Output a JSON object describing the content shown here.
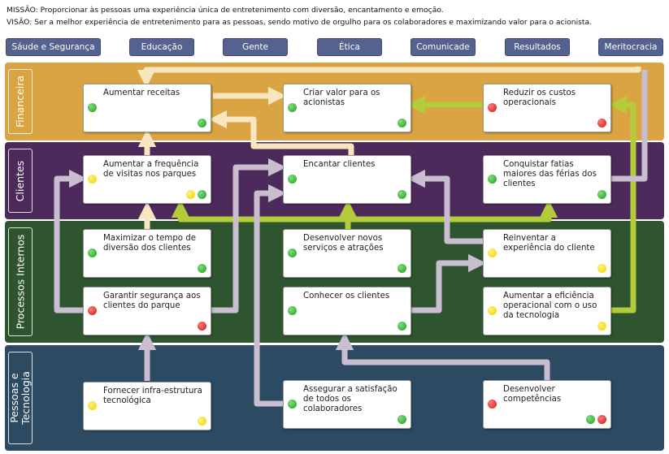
{
  "header": {
    "mission": "MISSÃO: Proporcionar às pessoas uma experiência única de entretenimento com diversão, encantamento e emoção.",
    "vision": "VISÃO: Ser a melhor experiência de entretenimento para as pessoas, sendo motivo de orgulho para os colaboradores e maximizando valor para o acionista."
  },
  "values": [
    "Sáude e Segurança",
    "Educação",
    "Gente",
    "Ética",
    "Comunicade",
    "Resultados",
    "Meritocracia"
  ],
  "perspectives": [
    {
      "label": "Financeira",
      "color": "#d9a441"
    },
    {
      "label": "Clientes",
      "color": "#4d2a5c"
    },
    {
      "label": "Processos Internos",
      "color": "#2f5530"
    },
    {
      "label": "Pessoas e Tecnologia",
      "color": "#2c4a62"
    }
  ],
  "objectives": [
    {
      "text": "Aumentar receitas",
      "status_left": "green",
      "status_right": [
        "green"
      ]
    },
    {
      "text": "Criar valor para os acionistas",
      "status_left": "green",
      "status_right": [
        "green"
      ]
    },
    {
      "text": "Reduzir os custos operacionais",
      "status_left": "red",
      "status_right": [
        "red"
      ]
    },
    {
      "text": "Aumentar a frequência de visitas nos parques",
      "status_left": "yellow",
      "status_right": [
        "yellow",
        "green"
      ]
    },
    {
      "text": "Encantar clientes",
      "status_left": "green",
      "status_right": [
        "green"
      ]
    },
    {
      "text": "Conquistar fatias maiores das férias dos clientes",
      "status_left": "green",
      "status_right": [
        "green"
      ]
    },
    {
      "text": "Maximizar o tempo de diversão dos clientes",
      "status_left": "green",
      "status_right": [
        "green"
      ]
    },
    {
      "text": "Desenvolver novos serviços e atrações",
      "status_left": "green",
      "status_right": [
        "green"
      ]
    },
    {
      "text": "Reinventar a experiência do cliente",
      "status_left": "yellow",
      "status_right": [
        "yellow"
      ]
    },
    {
      "text": "Garantir segurança aos clientes do parque",
      "status_left": "red",
      "status_right": [
        "red"
      ]
    },
    {
      "text": "Conhecer os clientes",
      "status_left": "green",
      "status_right": [
        "green"
      ]
    },
    {
      "text": "Aumentar a eficiência operacional com o uso da tecnologia",
      "status_left": "yellow",
      "status_right": [
        "yellow"
      ]
    },
    {
      "text": "Fornecer infra-estrutura tecnológica",
      "status_left": "yellow",
      "status_right": [
        "yellow"
      ]
    },
    {
      "text": "Assegurar a satisfação de todos os colaboradores",
      "status_left": "green",
      "status_right": [
        "green"
      ]
    },
    {
      "text": "Desenvolver competências",
      "status_left": "red",
      "status_right": [
        "green",
        "red"
      ]
    }
  ]
}
